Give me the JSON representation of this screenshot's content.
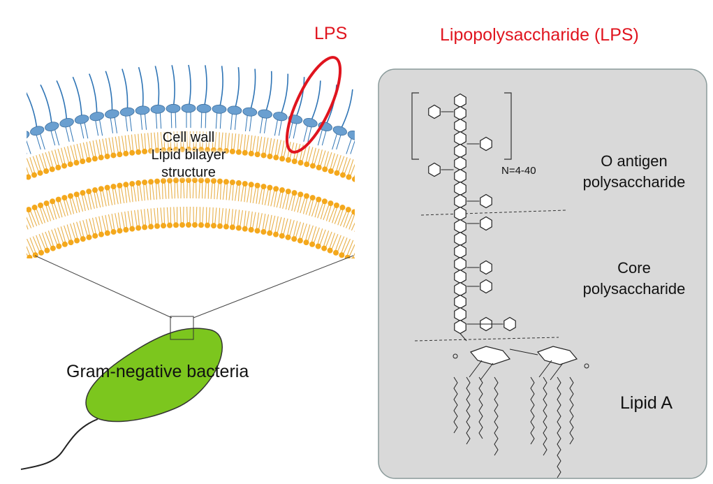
{
  "labels": {
    "lps_short": "LPS",
    "lps_title": "Lipopolysaccharide (LPS)",
    "cell_wall": [
      "Cell wall",
      "Lipid bilayer",
      "structure"
    ],
    "bacteria": "Gram-negative bacteria",
    "n_range": "N=4-40",
    "o_antigen": [
      "O antigen",
      "polysaccharide"
    ],
    "core": [
      "Core",
      "polysaccharide"
    ],
    "lipid_a": "Lipid A"
  },
  "colors": {
    "highlight": "#e0141e",
    "lipid_head": "#f4a81c",
    "lipid_tail": "#e8b04a",
    "lps_head": "#6a9fd0",
    "lps_chain": "#2e74b5",
    "bacterium": "#7cc61e",
    "panel_bg": "#d9d9d9",
    "panel_border": "#8a9a9a"
  },
  "icons": {
    "sugar_unit": "hexagon-icon",
    "bacterium": "rod-bacterium-icon"
  }
}
